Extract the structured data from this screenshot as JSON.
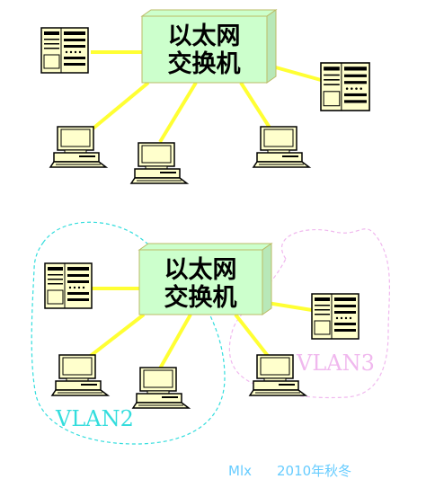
{
  "top_diagram": {
    "switch_line1": "以太网",
    "switch_line2": "交换机"
  },
  "bottom_diagram": {
    "switch_line1": "以太网",
    "switch_line2": "交换机",
    "vlan2_label": "VLAN2",
    "vlan3_label": "VLAN3"
  },
  "footer": {
    "author": "Mlx",
    "date": "2010年秋冬"
  },
  "colors": {
    "switch_fill": "#ccffcc",
    "link": "#ffff33",
    "vlan2": "#33dddd",
    "vlan3": "#f0b8ee",
    "device": "#ffffcc",
    "footer": "#66ccff"
  },
  "icons": [
    "ethernet-switch-icon",
    "server-icon",
    "computer-icon"
  ]
}
